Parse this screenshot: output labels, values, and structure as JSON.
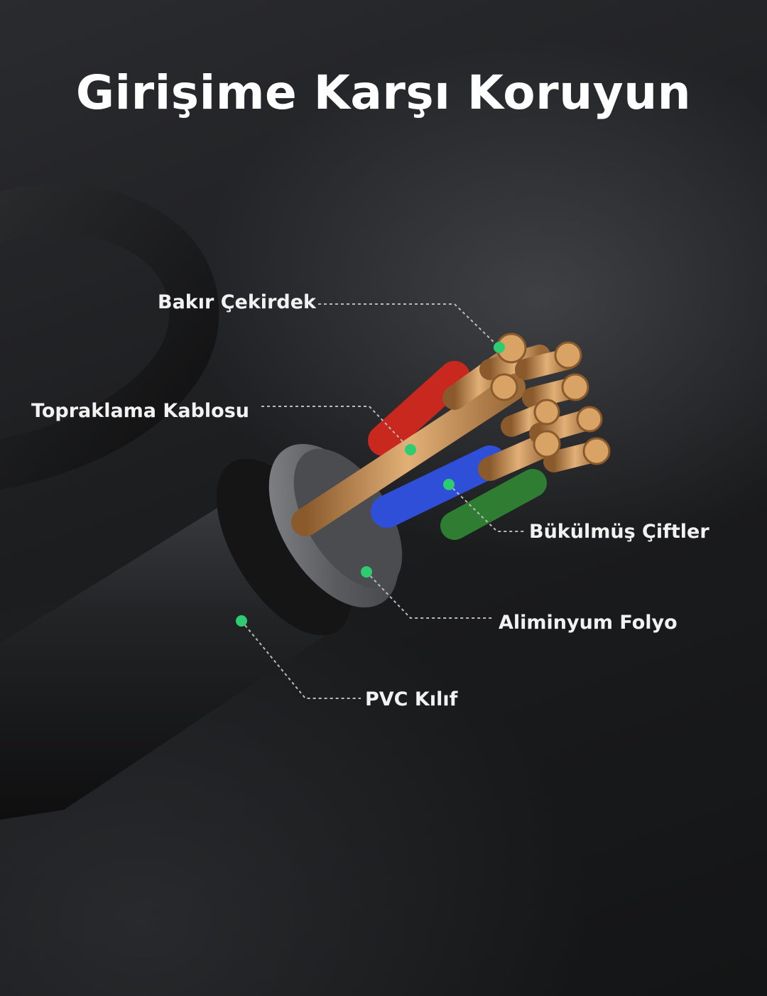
{
  "title": "Girişime Karşı Koruyun",
  "labels": {
    "copper_core": "Bakır Çekirdek",
    "ground_wire": "Topraklama Kablosu",
    "twisted_pairs": "Bükülmüş Çiftler",
    "aluminum_foil": "Aliminyum Folyo",
    "pvc_jacket": "PVC Kılıf"
  },
  "colors": {
    "marker": "#2ecc71",
    "leader_line": "#bbbbbb",
    "copper": "#c8955a",
    "red_insulation": "#c8281e",
    "blue_insulation": "#2f4fd8",
    "green_insulation": "#2e7d32"
  }
}
